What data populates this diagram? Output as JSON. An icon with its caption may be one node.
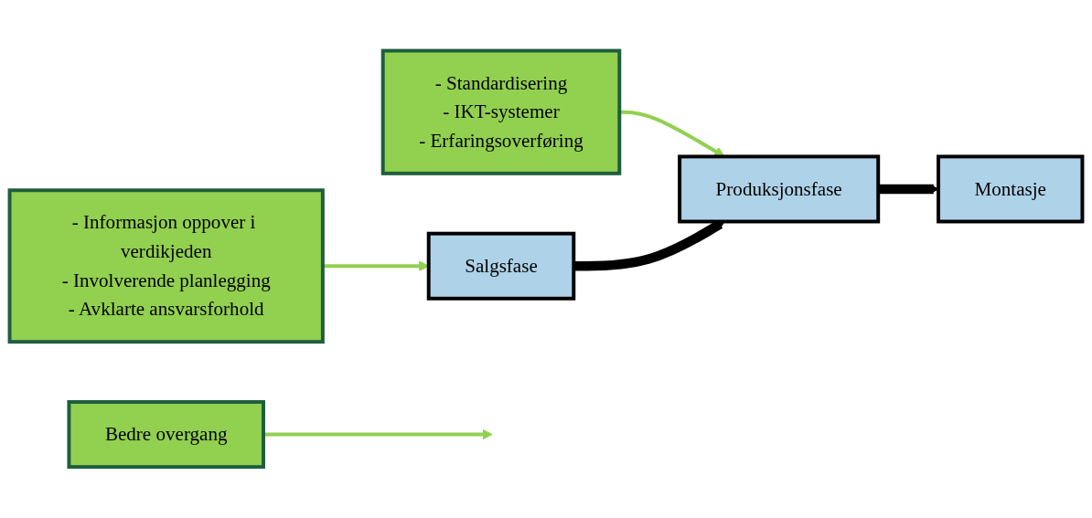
{
  "diagram": {
    "nodes": [
      {
        "text": [
          "- Informasjon oppover i verdikjeden",
          "- Involverende planlegging",
          "- Avklarte ansvarsforhold"
        ]
      },
      {
        "text": [
          "- Standardisering",
          "- IKT-systemer",
          "- Erfaringsoverføring"
        ]
      },
      {
        "text": [
          "Salgsfase"
        ]
      },
      {
        "text": [
          "Produksjonsfase"
        ]
      },
      {
        "text": [
          "Montasje"
        ]
      },
      {
        "text": [
          "Bedre overgang"
        ]
      }
    ],
    "edges": [
      {
        "from": 0,
        "to": 2,
        "arrow": "to"
      },
      {
        "from": 1,
        "to": 3,
        "arrow": "to"
      },
      {
        "from": 2,
        "to": 3,
        "arrow": "to",
        "style": "thick",
        "color": "#000000"
      },
      {
        "from": 3,
        "to": 4,
        "arrow": "to",
        "style": "thick",
        "color": "#000000"
      },
      {
        "from": 5,
        "to": null,
        "arrow": "to"
      }
    ]
  }
}
